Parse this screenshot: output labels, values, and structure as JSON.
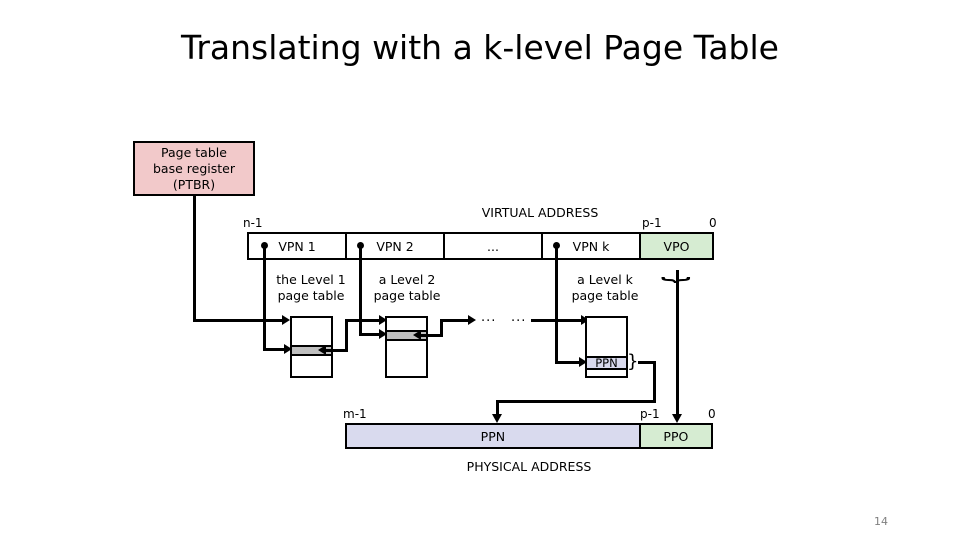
{
  "slide": {
    "title": "Translating with a k-level Page Table",
    "page_number": "14"
  },
  "ptbr": {
    "line1": "Page table",
    "line2": "base register",
    "line3": "(PTBR)",
    "fill_color": "#f2c9ca"
  },
  "virtual_address": {
    "caption": "VIRTUAL ADDRESS",
    "left_bit_label": "n-1",
    "vpo_left_bit_label": "p-1",
    "right_bit_label": "0",
    "cells": [
      {
        "label": "VPN 1",
        "fill": "#ffffff"
      },
      {
        "label": "VPN 2",
        "fill": "#ffffff"
      },
      {
        "label": "...",
        "fill": "#ffffff"
      },
      {
        "label": "VPN k",
        "fill": "#ffffff"
      },
      {
        "label": "VPO",
        "fill": "#d6ecd2"
      }
    ]
  },
  "page_tables": [
    {
      "label_line1": "the Level 1",
      "label_line2": "page table",
      "entry_fill": "#bfbfbf",
      "entry_text": ""
    },
    {
      "label_line1": "a Level 2",
      "label_line2": "page table",
      "entry_fill": "#bfbfbf",
      "entry_text": ""
    },
    {
      "label_line1": "a Level k",
      "label_line2": "page table",
      "entry_fill": "#d9daee",
      "entry_text": "PPN"
    }
  ],
  "ellipses": {
    "left": "...",
    "right": "..."
  },
  "physical_address": {
    "caption": "PHYSICAL ADDRESS",
    "left_bit_label": "m-1",
    "ppo_left_bit_label": "p-1",
    "right_bit_label": "0",
    "cells": [
      {
        "label": "PPN",
        "fill": "#d9daee"
      },
      {
        "label": "PPO",
        "fill": "#d6ecd2"
      }
    ]
  }
}
